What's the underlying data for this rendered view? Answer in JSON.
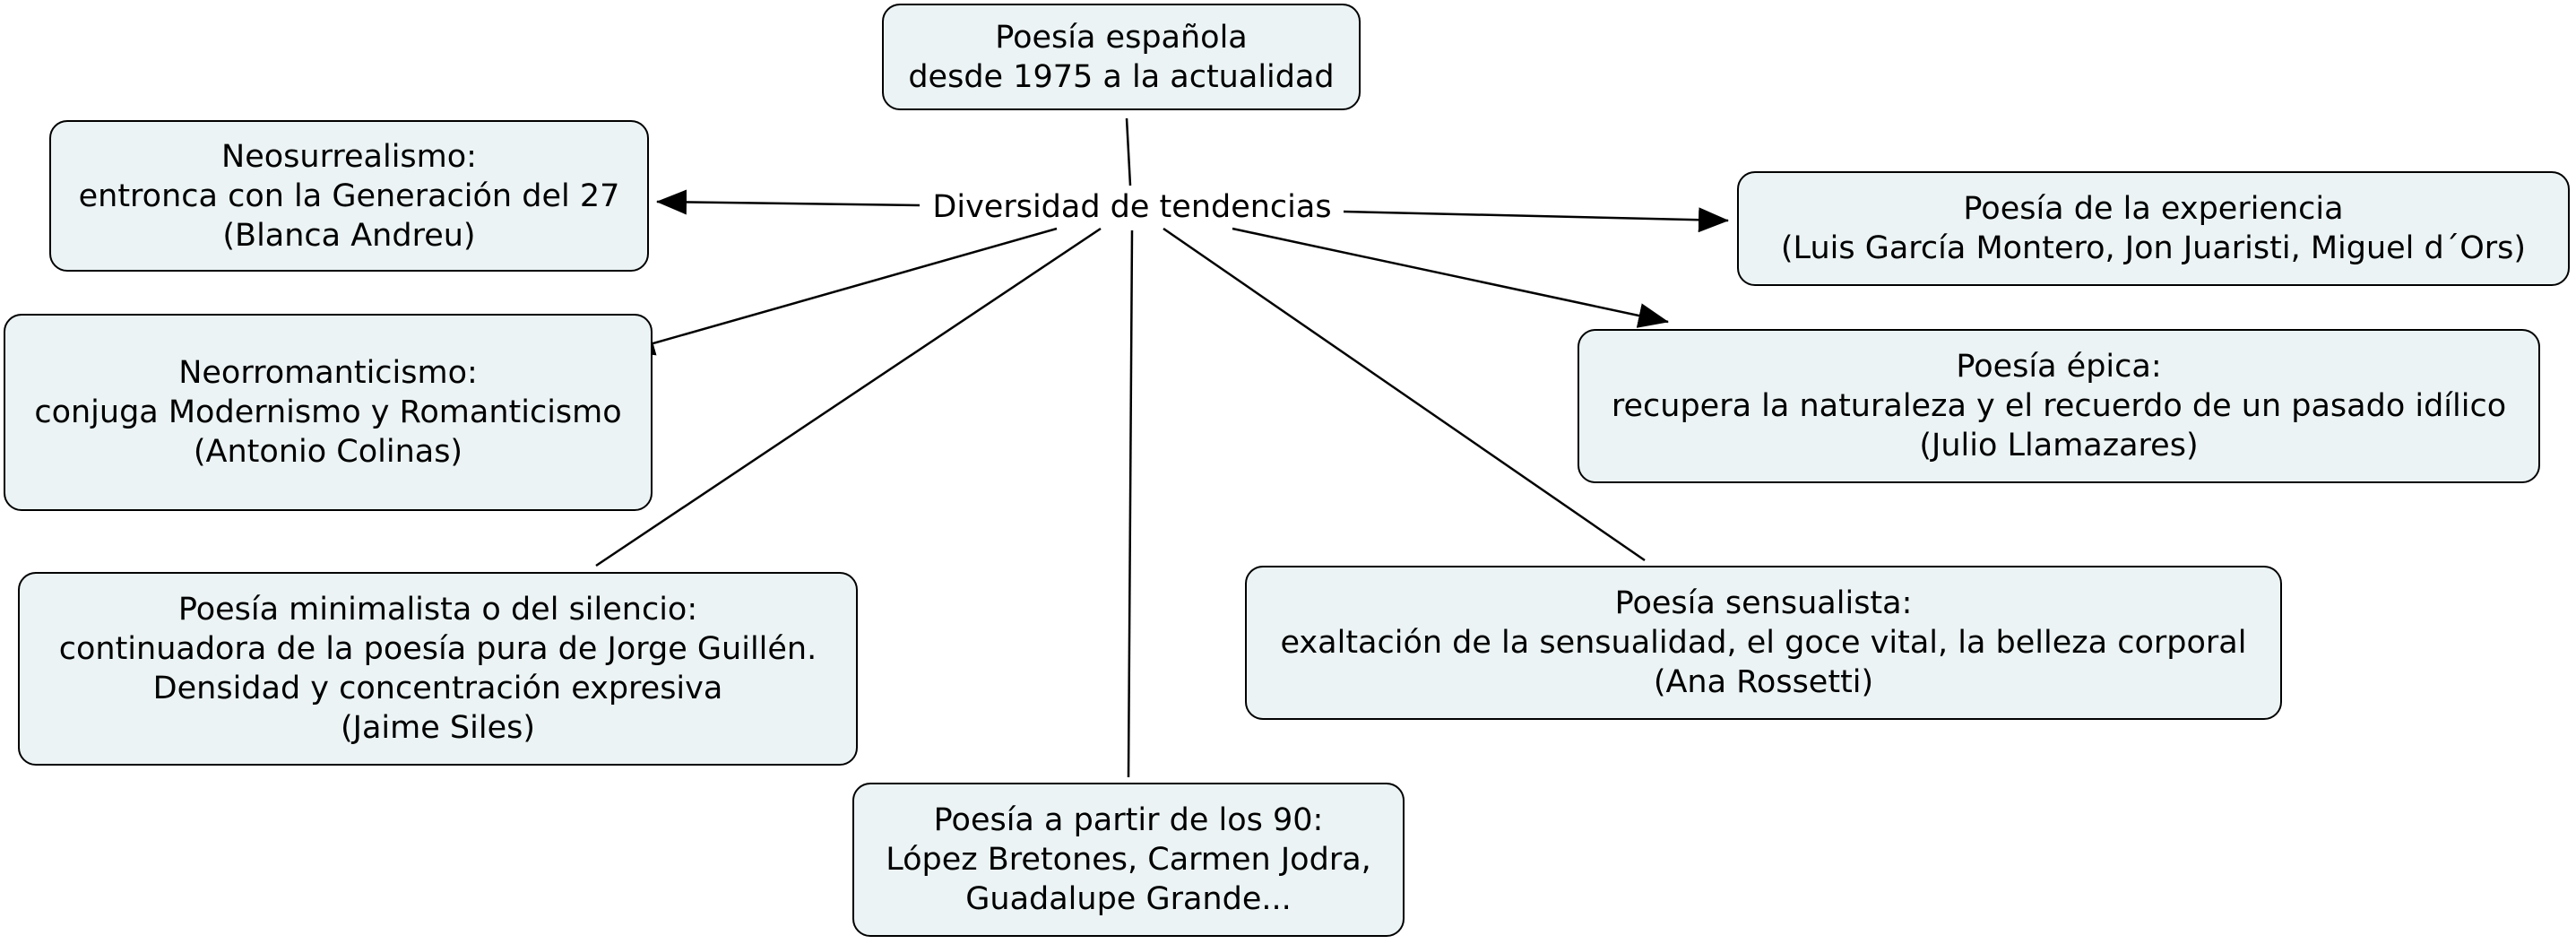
{
  "title": {
    "lines": [
      "Poesía española",
      "desde 1975 a la actualidad"
    ]
  },
  "linking_phrase": "Diversidad de tendencias",
  "concepts": [
    {
      "id": "neosurrealismo",
      "lines": [
        "Neosurrealismo:",
        "entronca con la Generación del 27",
        "(Blanca Andreu)"
      ]
    },
    {
      "id": "experiencia",
      "lines": [
        "Poesía de la experiencia",
        "(Luis García Montero, Jon Juaristi, Miguel d´Ors)"
      ]
    },
    {
      "id": "neorromanticismo",
      "lines": [
        "Neorromanticismo:",
        "conjuga Modernismo y Romanticismo",
        "(Antonio Colinas)"
      ]
    },
    {
      "id": "epica",
      "lines": [
        "Poesía épica:",
        "recupera la naturaleza y el recuerdo de un pasado idílico",
        "(Julio Llamazares)"
      ]
    },
    {
      "id": "minimalista",
      "lines": [
        "Poesía minimalista o del silencio:",
        "continuadora de la poesía pura de Jorge Guillén.",
        "Densidad y concentración expresiva",
        "(Jaime Siles)"
      ]
    },
    {
      "id": "sensualista",
      "lines": [
        "Poesía sensualista:",
        "exaltación de la sensualidad, el goce vital, la belleza corporal",
        "(Ana Rossetti)"
      ]
    },
    {
      "id": "noventa",
      "lines": [
        "Poesía a partir de los 90:",
        "López Bretones, Carmen Jodra,",
        "Guadalupe Grande..."
      ]
    }
  ],
  "colors": {
    "node_fill": "#ebf3f4",
    "stroke": "#000000"
  }
}
